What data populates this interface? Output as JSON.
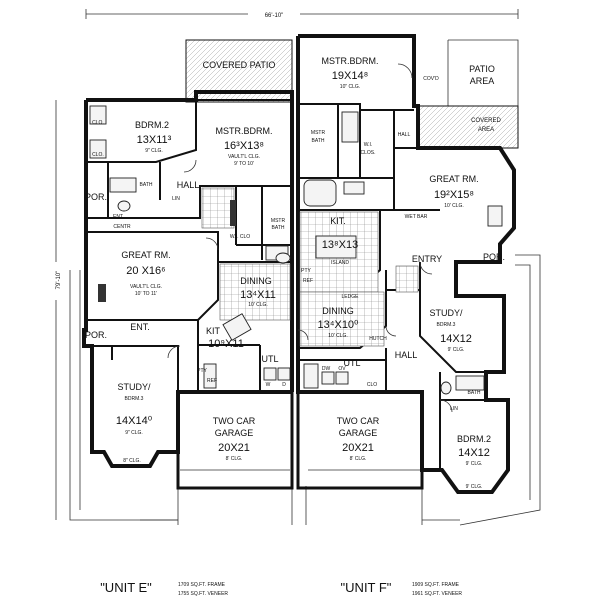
{
  "top_dimension": "66'-10\"",
  "side_dimension": "79'-10\"",
  "unit_e": {
    "title": "\"UNIT E\"",
    "area_frame": "1709 SQ.FT. FRAME",
    "area_veneer": "1755 SQ.FT. VENEER",
    "rooms": {
      "covered_patio": "COVERED PATIO",
      "bdrm2_name": "BDRM.2",
      "bdrm2_size": "13X11³",
      "bdrm2_clg": "9\" CLG.",
      "mstr_name": "MSTR.BDRM.",
      "mstr_size": "16³X13⁸",
      "mstr_clg1": "VAULT'L CLG.",
      "mstr_clg2": "9' TO 10'",
      "great_name": "GREAT RM.",
      "great_size": "20 X16⁶",
      "great_clg1": "VAULT'L CLG.",
      "great_clg2": "10' TO 11'",
      "dining_name": "DINING",
      "dining_size": "13⁴X11",
      "dining_clg": "10' CLG.",
      "kit_name": "KIT",
      "kit_size": "10⁹X11",
      "study_name": "STUDY/",
      "study_sub": "BDRM.3",
      "study_size": "14X14⁰",
      "study_clg": "9\" CLG.",
      "garage_name1": "TWO CAR",
      "garage_name2": "GARAGE",
      "garage_size": "20X21",
      "garage_clg": "8' CLG.",
      "hall": "HALL",
      "por_top": "POR.",
      "por_bottom": "POR.",
      "ent": "ENT.",
      "entry_ent": "ENT",
      "centr": "CENTR",
      "bath": "BATH",
      "lin": "LIN",
      "wi_clo": "W.I. CLO",
      "mstr_bath1": "MSTR",
      "mstr_bath2": "BATH",
      "utl": "UTL",
      "pty": "PTY",
      "clg_label": "8\" CLG.",
      "clo": "CLO.",
      "ref": "REF",
      "w": "W",
      "d": "D"
    }
  },
  "unit_f": {
    "title": "\"UNIT F\"",
    "area_frame": "1909 SQ.FT. FRAME",
    "area_veneer": "1961 SQ.FT. VENEER",
    "rooms": {
      "mstr_name": "MSTR.BDRM.",
      "mstr_size": "19X14⁸",
      "mstr_clg": "10\" CLG.",
      "patio1": "PATIO",
      "patio2": "AREA",
      "covd": "COV'D",
      "covered1": "COVERED",
      "covered2": "AREA",
      "hall_top": "HALL",
      "wi_clos1": "W.I.",
      "wi_clos2": "CLOS.",
      "mstr_bath1": "MSTR",
      "mstr_bath2": "BATH",
      "great_name": "GREAT RM.",
      "great_size": "19²X15⁸",
      "great_clg": "10' CLG.",
      "wet_bar": "WET BAR",
      "kit_name": "KIT.",
      "kit_size": "13⁸X13",
      "island": "ISLAND",
      "entry": "ENTRY",
      "por": "POR.",
      "dining_name": "DINING",
      "dining_size": "13⁴X10⁰",
      "dining_clg": "10' CLG.",
      "ledge": "LEDGE",
      "hutch": "HUTCH",
      "study_name": "STUDY/",
      "study_sub": "BDRM.3",
      "study_size": "14X12",
      "study_clg": "9' CLG.",
      "hall": "HALL",
      "utl": "UTL",
      "bath": "BATH",
      "lin": "LIN",
      "garage_name1": "TWO CAR",
      "garage_name2": "GARAGE",
      "garage_size": "20X21",
      "garage_clg": "8' CLG.",
      "bdrm2_name": "BDRM.2",
      "bdrm2_size": "14X12",
      "bdrm2_clg": "9' CLG.",
      "bay_clg": "9' CLG.",
      "pty": "PTY",
      "ref": "REF",
      "clo": "CLO",
      "dw": "DW",
      "ov": "OV"
    }
  }
}
